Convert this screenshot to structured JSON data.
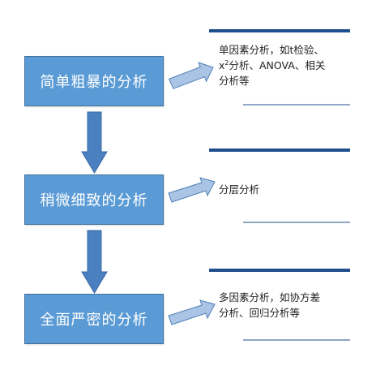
{
  "steps": [
    {
      "label": "简单粗暴的分析",
      "note_lines": [
        "单因素分析，如t检验、",
        "x2分析、ANOVA、相关",
        "分析等"
      ]
    },
    {
      "label": "稍微细致的分析",
      "note_lines": [
        "分层分析"
      ]
    },
    {
      "label": "全面严密的分析",
      "note_lines": [
        "多因素分析，如协方差",
        "分析、回归分析等"
      ]
    }
  ],
  "colors": {
    "box_fill": "#5b9bd5",
    "box_border": "#41719c",
    "down_arrow": "#4a80c0",
    "side_arrow": "#a9c4e4",
    "side_arrow_border": "#4f7fb8",
    "note_line": "#1f4e8c"
  }
}
